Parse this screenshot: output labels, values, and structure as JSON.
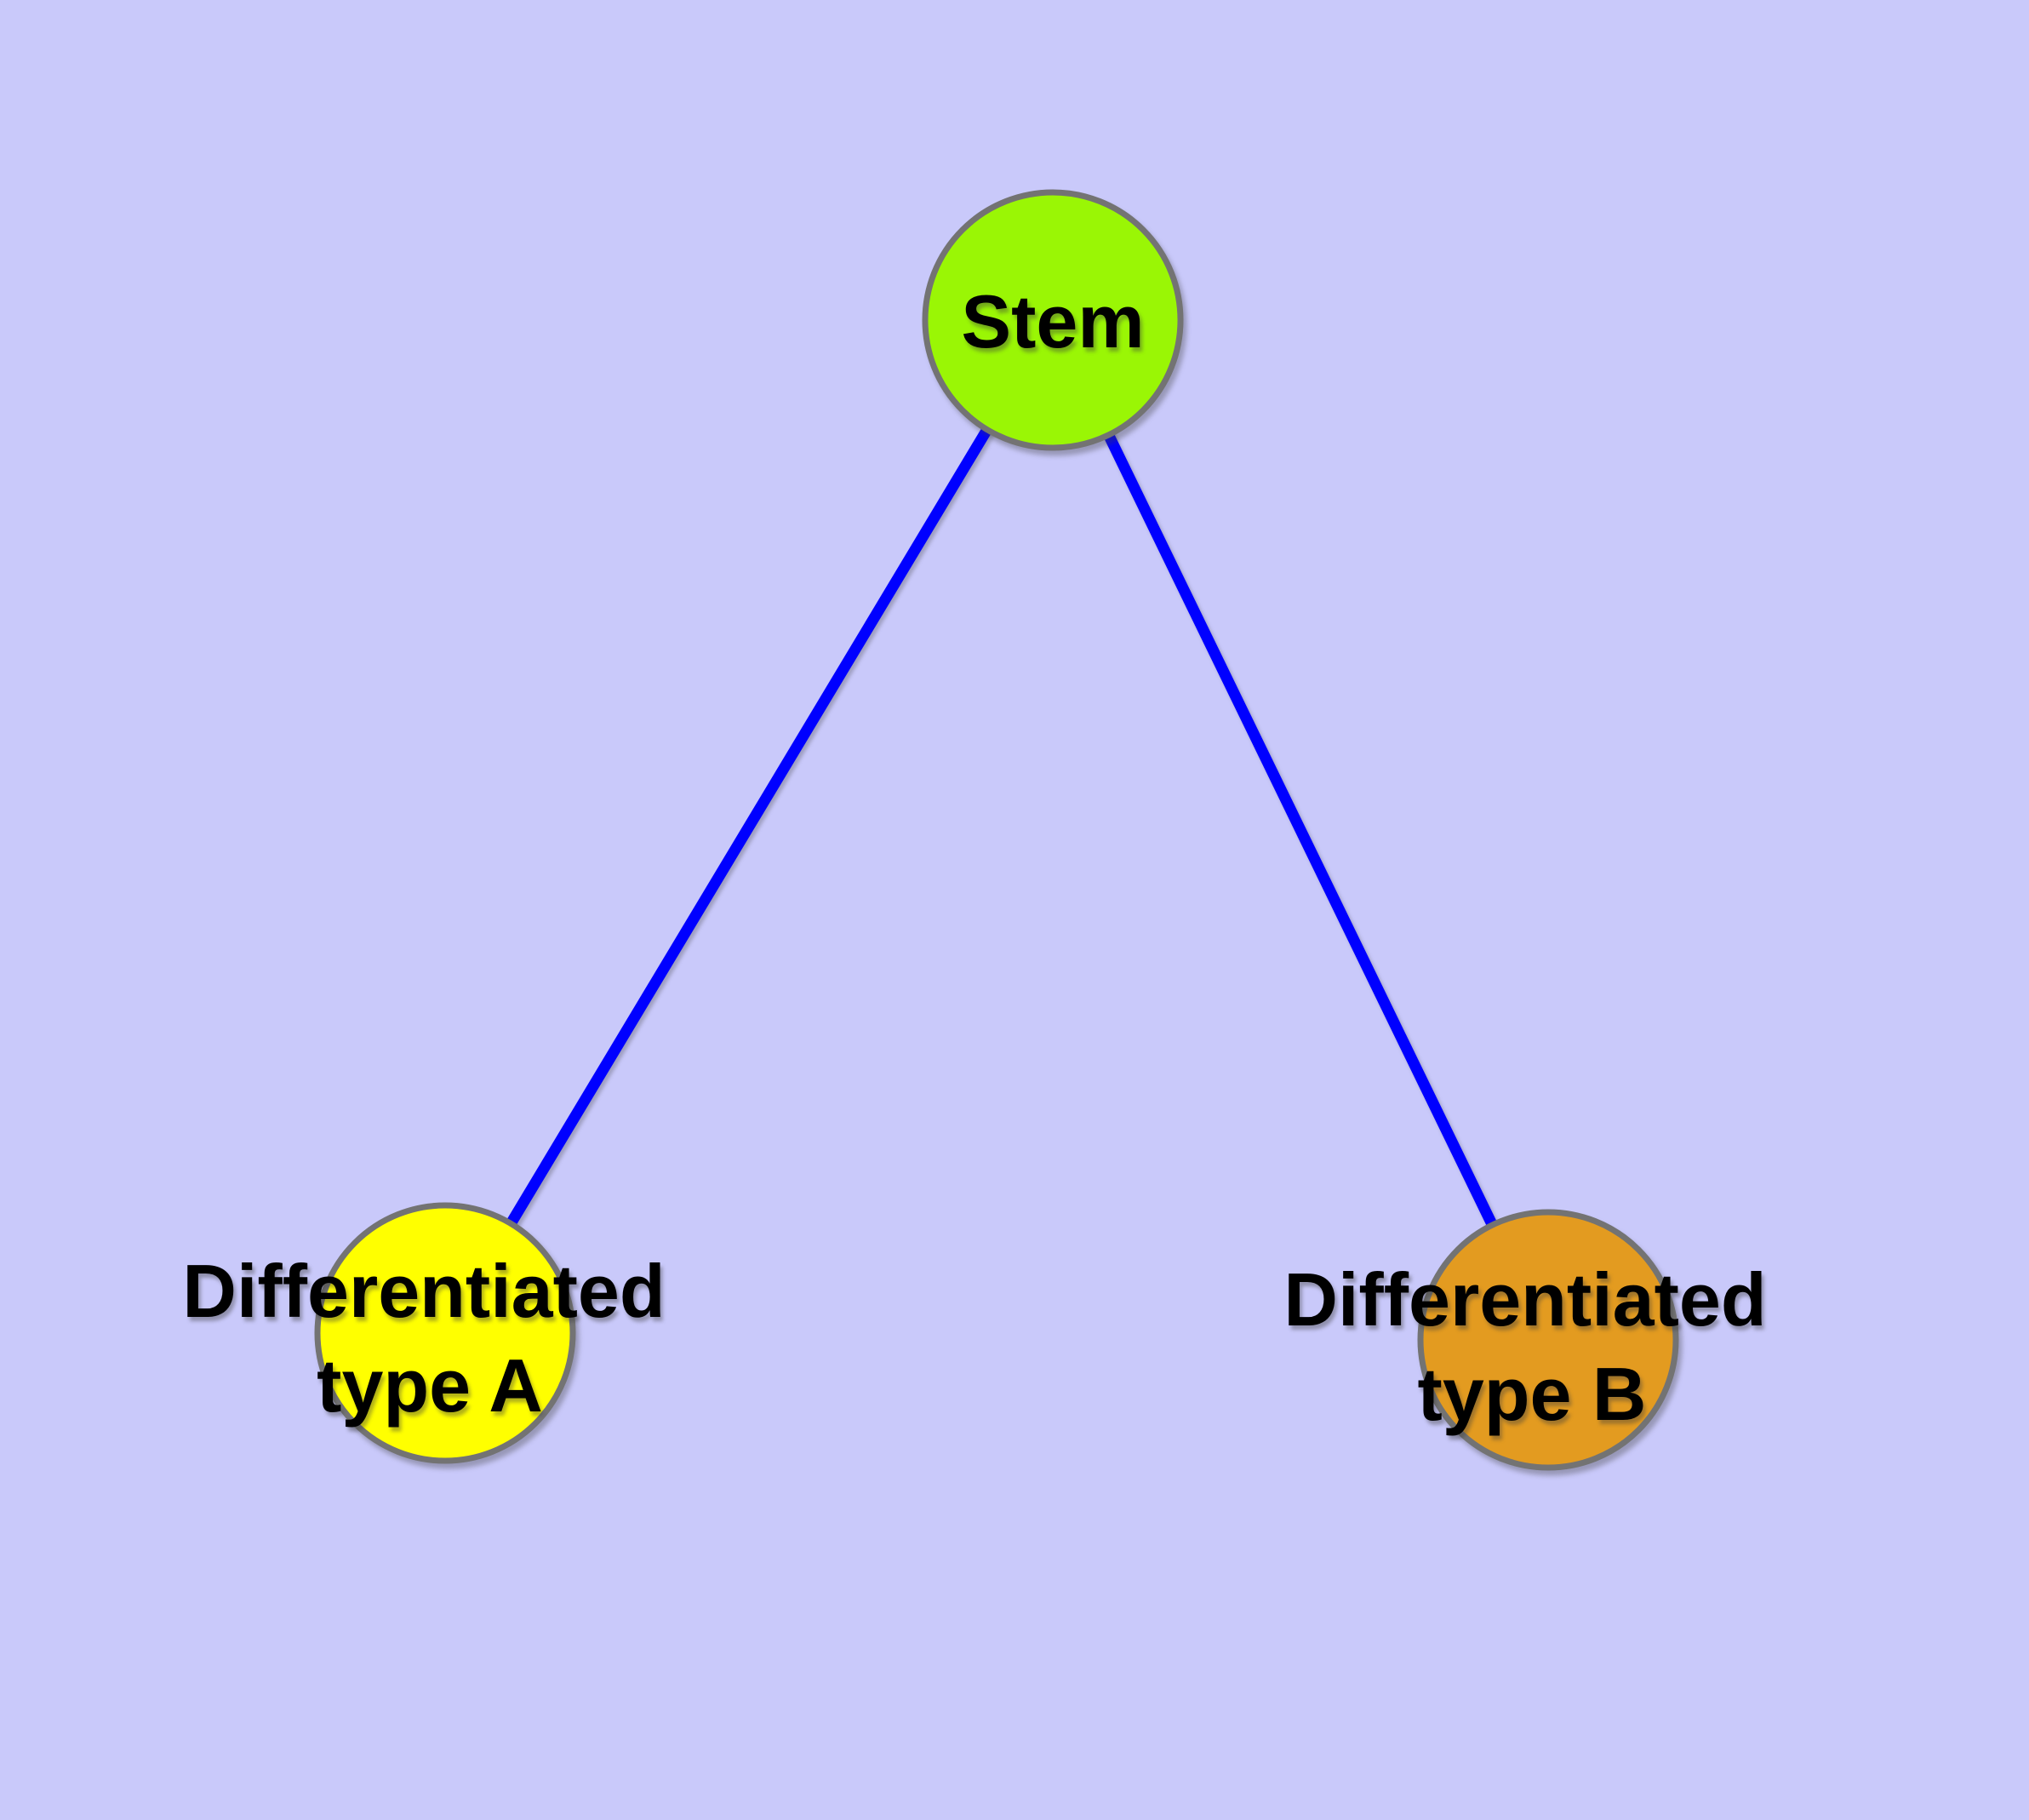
{
  "graph": {
    "type": "node-link-diagram",
    "style": {
      "background": "#C9C9FA",
      "node_border_color": "#737373",
      "edge_color": "#0000FF",
      "label_color": "#000000"
    },
    "nodes": [
      {
        "id": "stem",
        "label": "Stem",
        "color": "#9AF605"
      },
      {
        "id": "differentiated-type-a",
        "label": "Differentiated type A",
        "label_lines": [
          "Differentiated",
          "type A"
        ],
        "color": "#FFFF00"
      },
      {
        "id": "differentiated-type-b",
        "label": "Differentiated type B",
        "label_lines": [
          "Differentiated",
          "type B"
        ],
        "color": "#E39B20"
      }
    ],
    "edges": [
      {
        "source": "Stem",
        "target": "Differentiated type A"
      },
      {
        "source": "Stem",
        "target": "Differentiated type B"
      }
    ]
  }
}
